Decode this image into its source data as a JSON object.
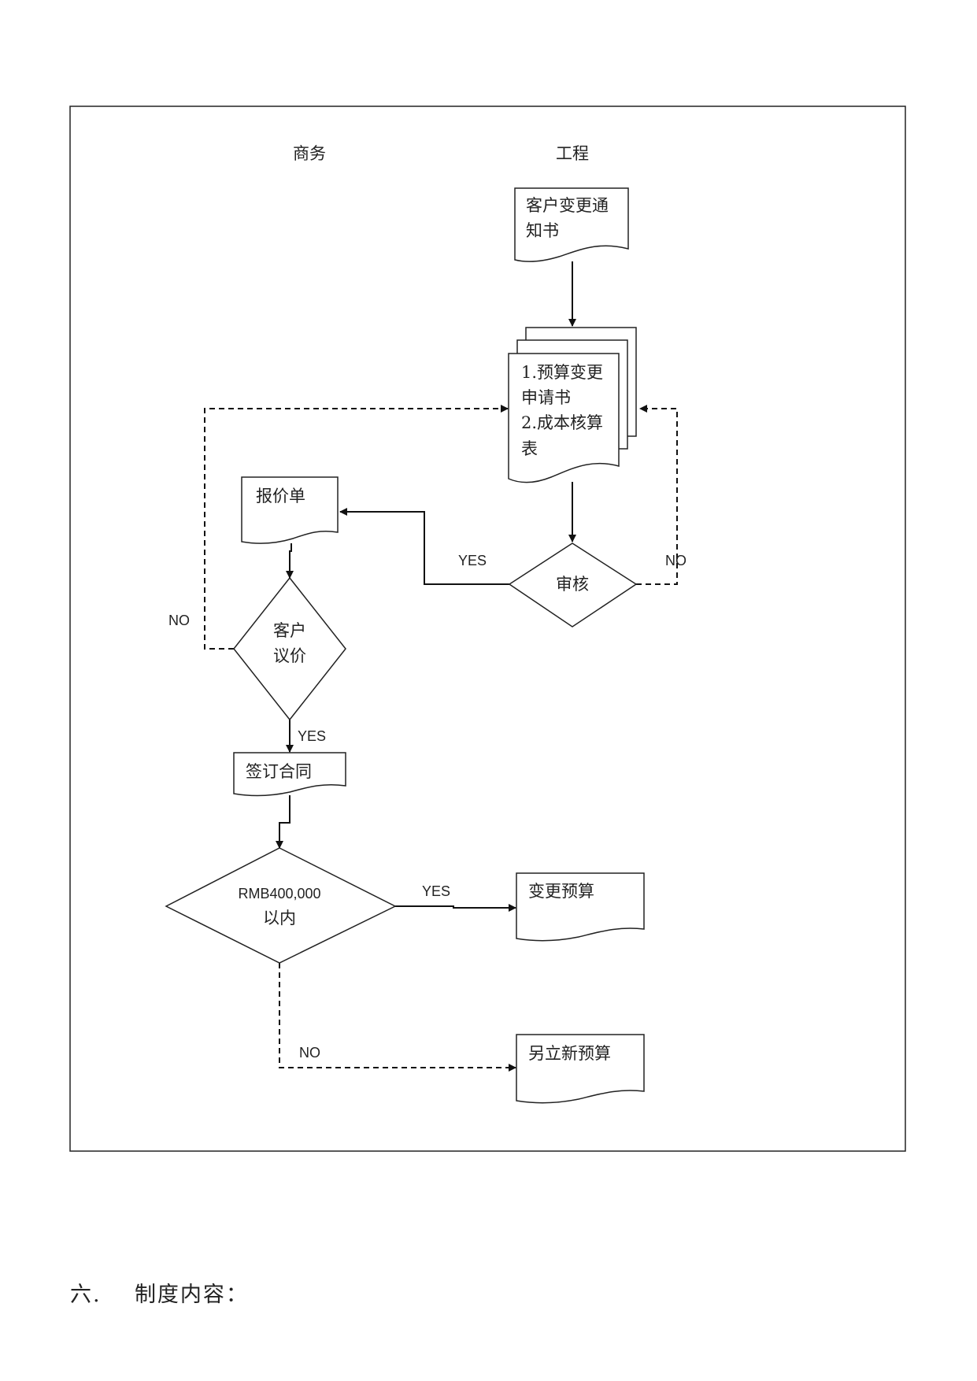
{
  "lanes": {
    "business": "商务",
    "engineering": "工程"
  },
  "nodes": {
    "change_notice": [
      "客户变更通",
      "知书"
    ],
    "budget_docs": [
      "1.预算变更",
      "申请书",
      "2.成本核算",
      "表"
    ],
    "review": "审核",
    "quotation": "报价单",
    "negotiation": [
      "客户",
      "议价"
    ],
    "contract": "签订合同",
    "threshold": [
      "RMB400,000",
      "以内"
    ],
    "budget_change": "变更预算",
    "new_budget": "另立新预算"
  },
  "edge_labels": {
    "review_yes": "YES",
    "review_no": "NO",
    "negotiation_no": "NO",
    "negotiation_yes": "YES",
    "threshold_yes": "YES",
    "threshold_no": "NO"
  },
  "section": {
    "number": "六.",
    "title": "制度内容："
  }
}
